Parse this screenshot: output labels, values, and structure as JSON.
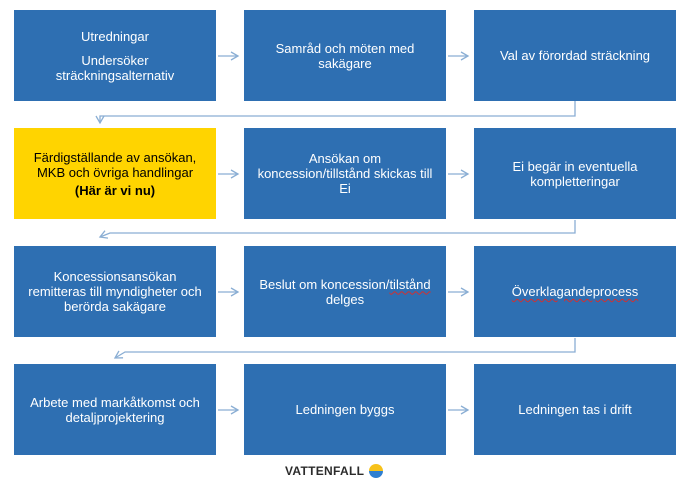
{
  "steps": {
    "s1": {
      "line1": "Utredningar",
      "line2": "Undersöker",
      "line3": "sträckningsalternativ"
    },
    "s2": {
      "line1": "Samråd och möten med",
      "line2": "sakägare"
    },
    "s3": {
      "line1": "Val av förordad sträckning"
    },
    "s4": {
      "line1": "Färdigställande av ansökan,",
      "line2": "MKB och övriga handlingar",
      "line3": "(Här är vi nu)"
    },
    "s5": {
      "line1": "Ansökan om",
      "line2": "koncession/tillstånd skickas till",
      "line3": "Ei"
    },
    "s6": {
      "line1": "Ei begär in eventuella",
      "line2": "kompletteringar"
    },
    "s7": {
      "line1": "Koncessionsansökan",
      "line2": "remitteras till myndigheter och",
      "line3": "berörda sakägare"
    },
    "s8": {
      "line1a": "Beslut om koncession/",
      "line1b": "tilstånd",
      "line2": "delges"
    },
    "s9": {
      "line1": "Överklagandeprocess"
    },
    "s10": {
      "line1": "Arbete med markåtkomst och",
      "line2": "detaljprojektering"
    },
    "s11": {
      "line1": "Ledningen byggs"
    },
    "s12": {
      "line1": "Ledningen tas i drift"
    }
  },
  "logo": {
    "text": "VATTENFALL",
    "icon": "vattenfall-sun-icon"
  },
  "colors": {
    "box": "#2e6fb2",
    "current": "#ffd400",
    "arrow": "#8aaed4",
    "text": "#ffffff"
  }
}
